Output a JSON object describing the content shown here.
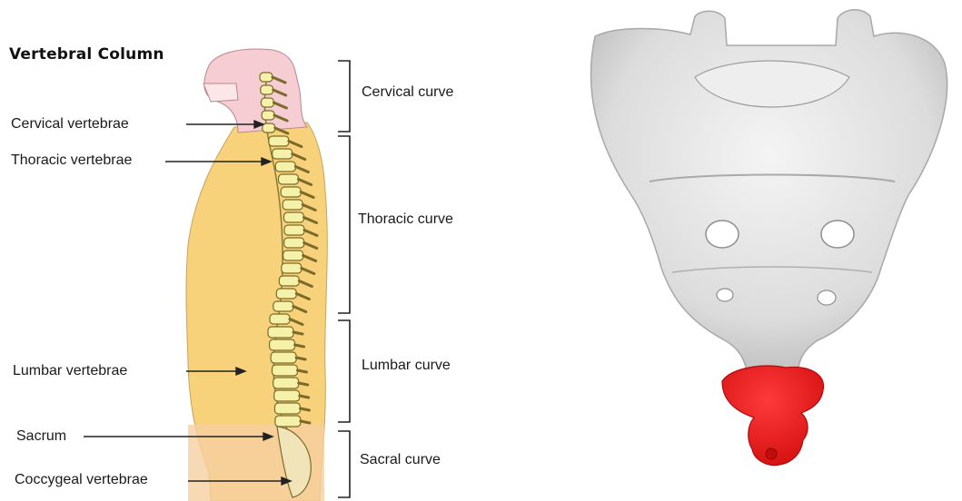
{
  "diagram": {
    "title": "Vertebral Column",
    "left_labels": {
      "cervical_vertebrae": "Cervical vertebrae",
      "thoracic_vertebrae": "Thoracic vertebrae",
      "lumbar_vertebrae": "Lumbar vertebrae",
      "sacrum": "Sacrum",
      "coccygeal_vertebrae": "Coccygeal vertebrae"
    },
    "curve_labels": {
      "cervical": "Cervical curve",
      "thoracic": "Thoracic curve",
      "lumbar": "Lumbar curve",
      "sacral": "Sacral curve"
    },
    "colors": {
      "body_fill": "#f7d27a",
      "head_fill": "#f5cdd3",
      "vertebra_fill": "#f6f1a8",
      "vertebra_stroke": "#7a6b2a",
      "bone_3d": "#e6e6e6",
      "coccyx_highlight": "#ee1c1c"
    }
  }
}
